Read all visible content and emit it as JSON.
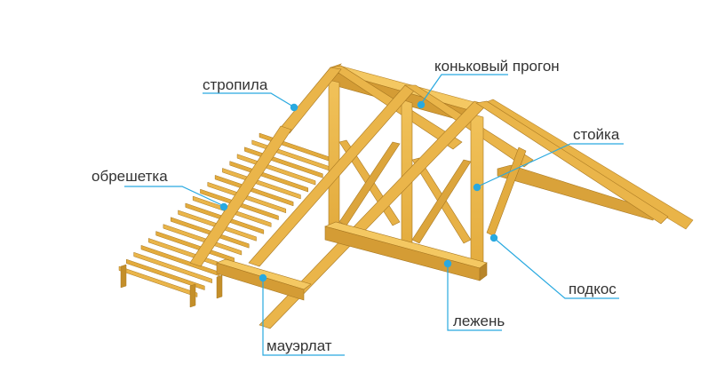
{
  "colors": {
    "wood_face": "#eab54a",
    "wood_top": "#f4c862",
    "wood_side": "#c48f2a",
    "wood_edge": "#a87822",
    "leader": "#29a9e0",
    "text": "#333333"
  },
  "labels": {
    "rafters": "стропила",
    "ridge_purlin": "коньковый прогон",
    "sheathing": "обрешетка",
    "post": "стойка",
    "strut": "подкос",
    "sill_beam": "лежень",
    "wall_plate": "мауэрлат"
  }
}
